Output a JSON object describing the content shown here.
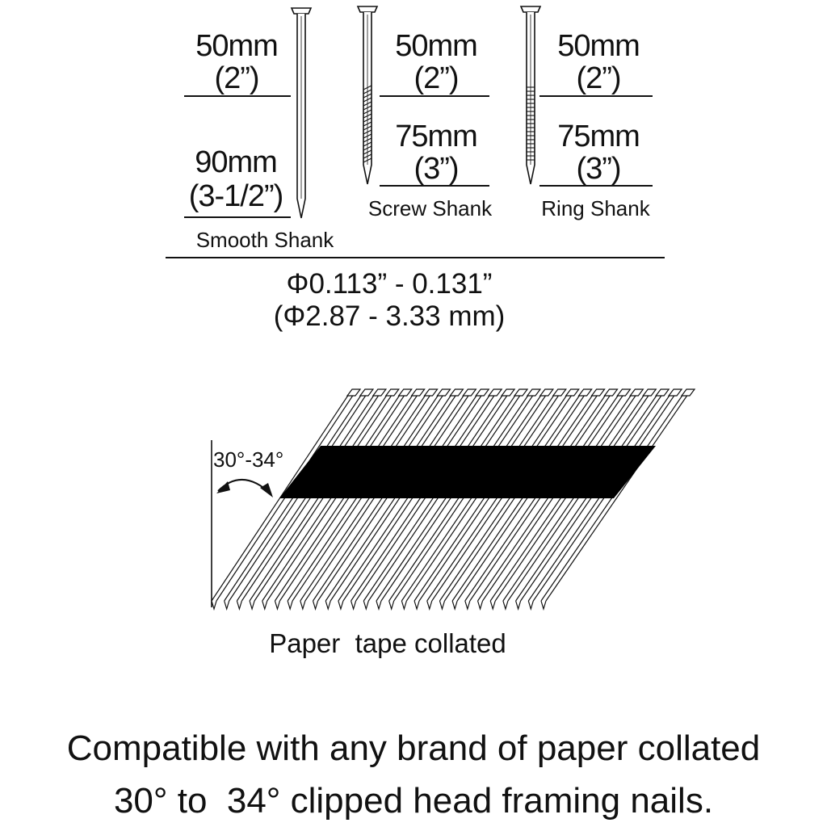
{
  "smooth": {
    "len1_mm": "50mm",
    "len1_in": "(2”)",
    "len2_mm": "90mm",
    "len2_in": "(3-1/2”)",
    "label": "Smooth Shank"
  },
  "screw": {
    "len1_mm": "50mm",
    "len1_in": "(2”)",
    "len2_mm": "75mm",
    "len2_in": "(3”)",
    "label": "Screw Shank"
  },
  "ring": {
    "len1_mm": "50mm",
    "len1_in": "(2”)",
    "len2_mm": "75mm",
    "len2_in": "(3”)",
    "label": "Ring Shank"
  },
  "diameter": {
    "inch": "Φ0.113” - 0.131”",
    "mm": "(Φ2.87 - 3.33 mm)"
  },
  "strip": {
    "angle_label": "30°-34°",
    "caption": "Paper  tape collated"
  },
  "footer": {
    "line1": "Compatible with any brand of paper collated",
    "line2": "30° to  34° clipped head framing nails."
  }
}
